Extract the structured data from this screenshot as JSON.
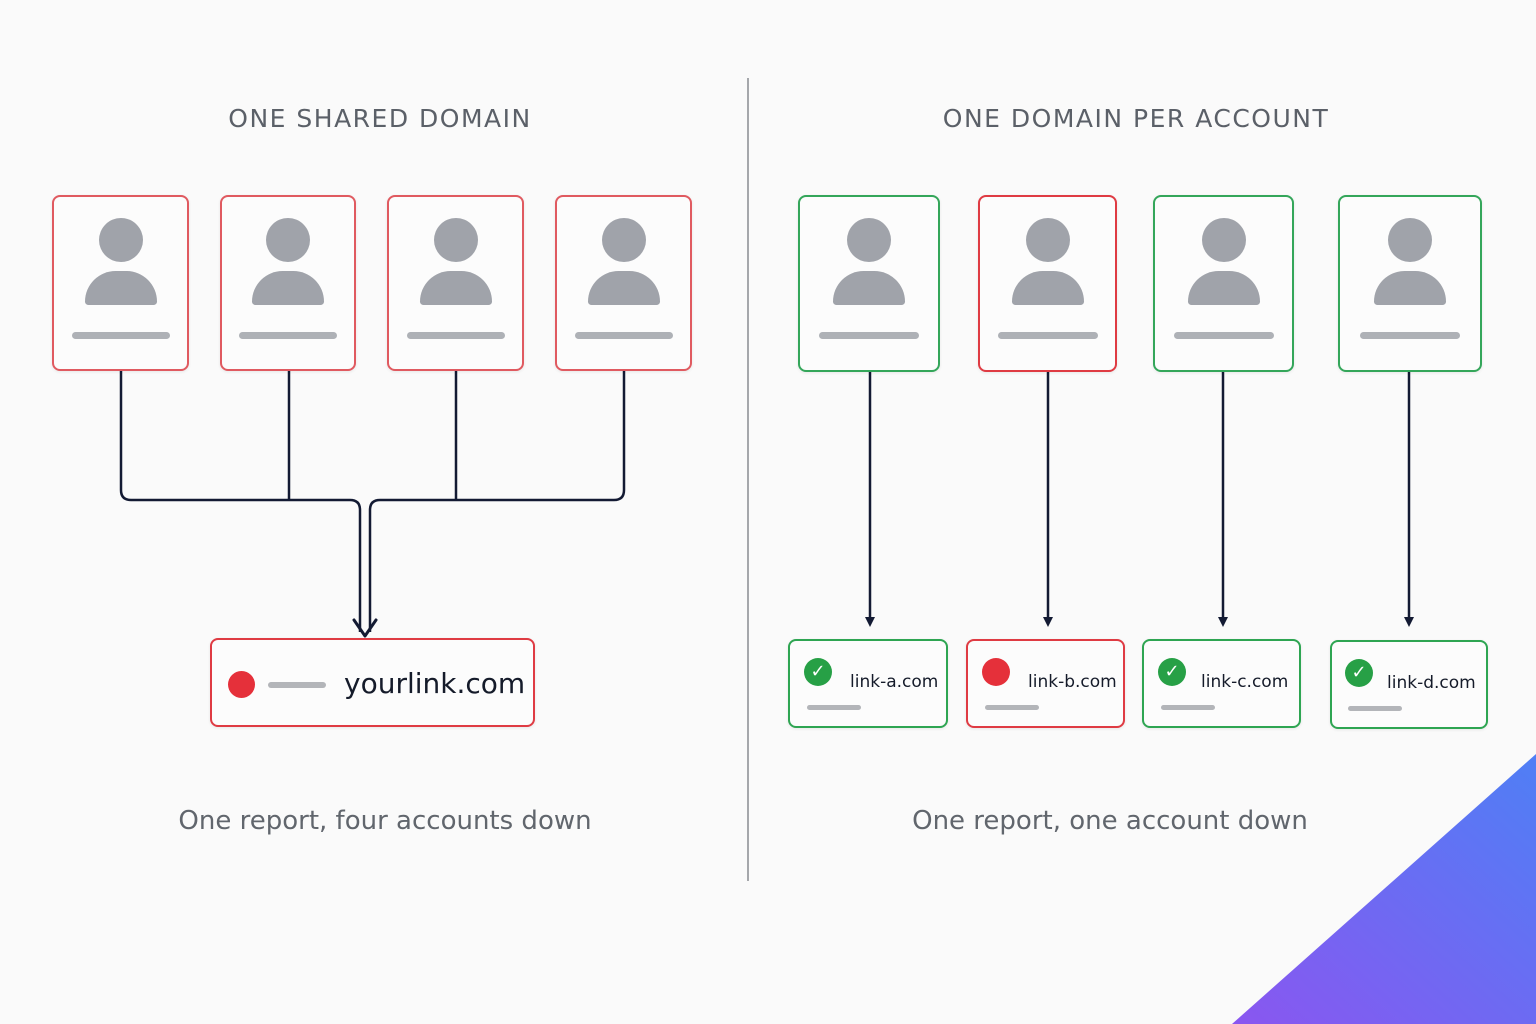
{
  "left_panel": {
    "title": "ONE SHARED DOMAIN",
    "account_count": 4,
    "domain": {
      "label": "yourlink.com",
      "status": "down"
    },
    "caption": "One report, four accounts down"
  },
  "right_panel": {
    "title": "ONE DOMAIN PER ACCOUNT",
    "accounts": [
      {
        "status": "ok"
      },
      {
        "status": "down"
      },
      {
        "status": "ok"
      },
      {
        "status": "ok"
      }
    ],
    "domains": [
      {
        "label": "link-a.com",
        "status": "ok"
      },
      {
        "label": "link-b.com",
        "status": "down"
      },
      {
        "label": "link-c.com",
        "status": "ok"
      },
      {
        "label": "link-d.com",
        "status": "ok"
      }
    ],
    "caption": "One report, one account down"
  },
  "colors": {
    "ok": "#2ea552",
    "down": "#df3b43",
    "connector": "#131a33",
    "corner_gradient": [
      "#8a56f0",
      "#4f7ff5"
    ]
  },
  "icons": {
    "account": "user-avatar-icon",
    "ok_marker": "check-circle-icon",
    "down_marker": "red-dot-icon"
  }
}
